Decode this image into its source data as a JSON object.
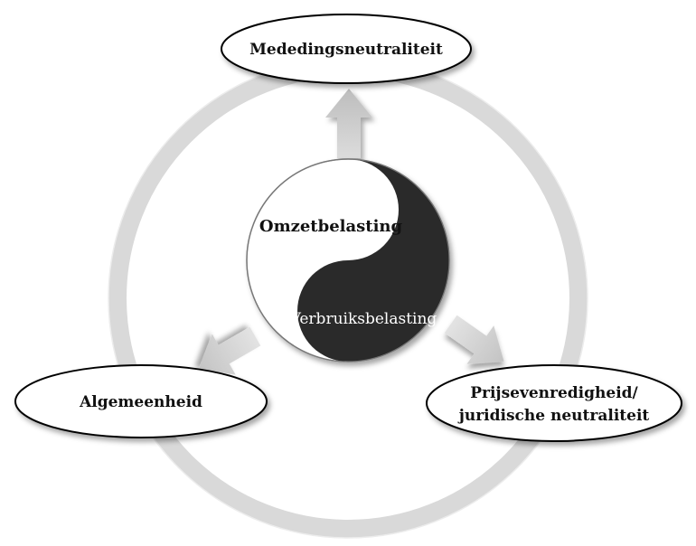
{
  "nodes": {
    "top": {
      "label": "Mededingsneutraliteit"
    },
    "left": {
      "label": "Algemeenheid"
    },
    "right": {
      "label_line1": "Prijsevenredigheid/",
      "label_line2": "juridische neutraliteit"
    }
  },
  "center": {
    "light_label": "Omzetbelasting",
    "dark_label": "Verbruiksbelasting"
  },
  "colors": {
    "ring": "#d9d9d9",
    "ring_edge": "#c4c4c4",
    "arrow": "#cdcdcd",
    "yin_dark": "#2b2b2b",
    "yin_light": "#ffffff",
    "ellipse_stroke": "#000000"
  }
}
